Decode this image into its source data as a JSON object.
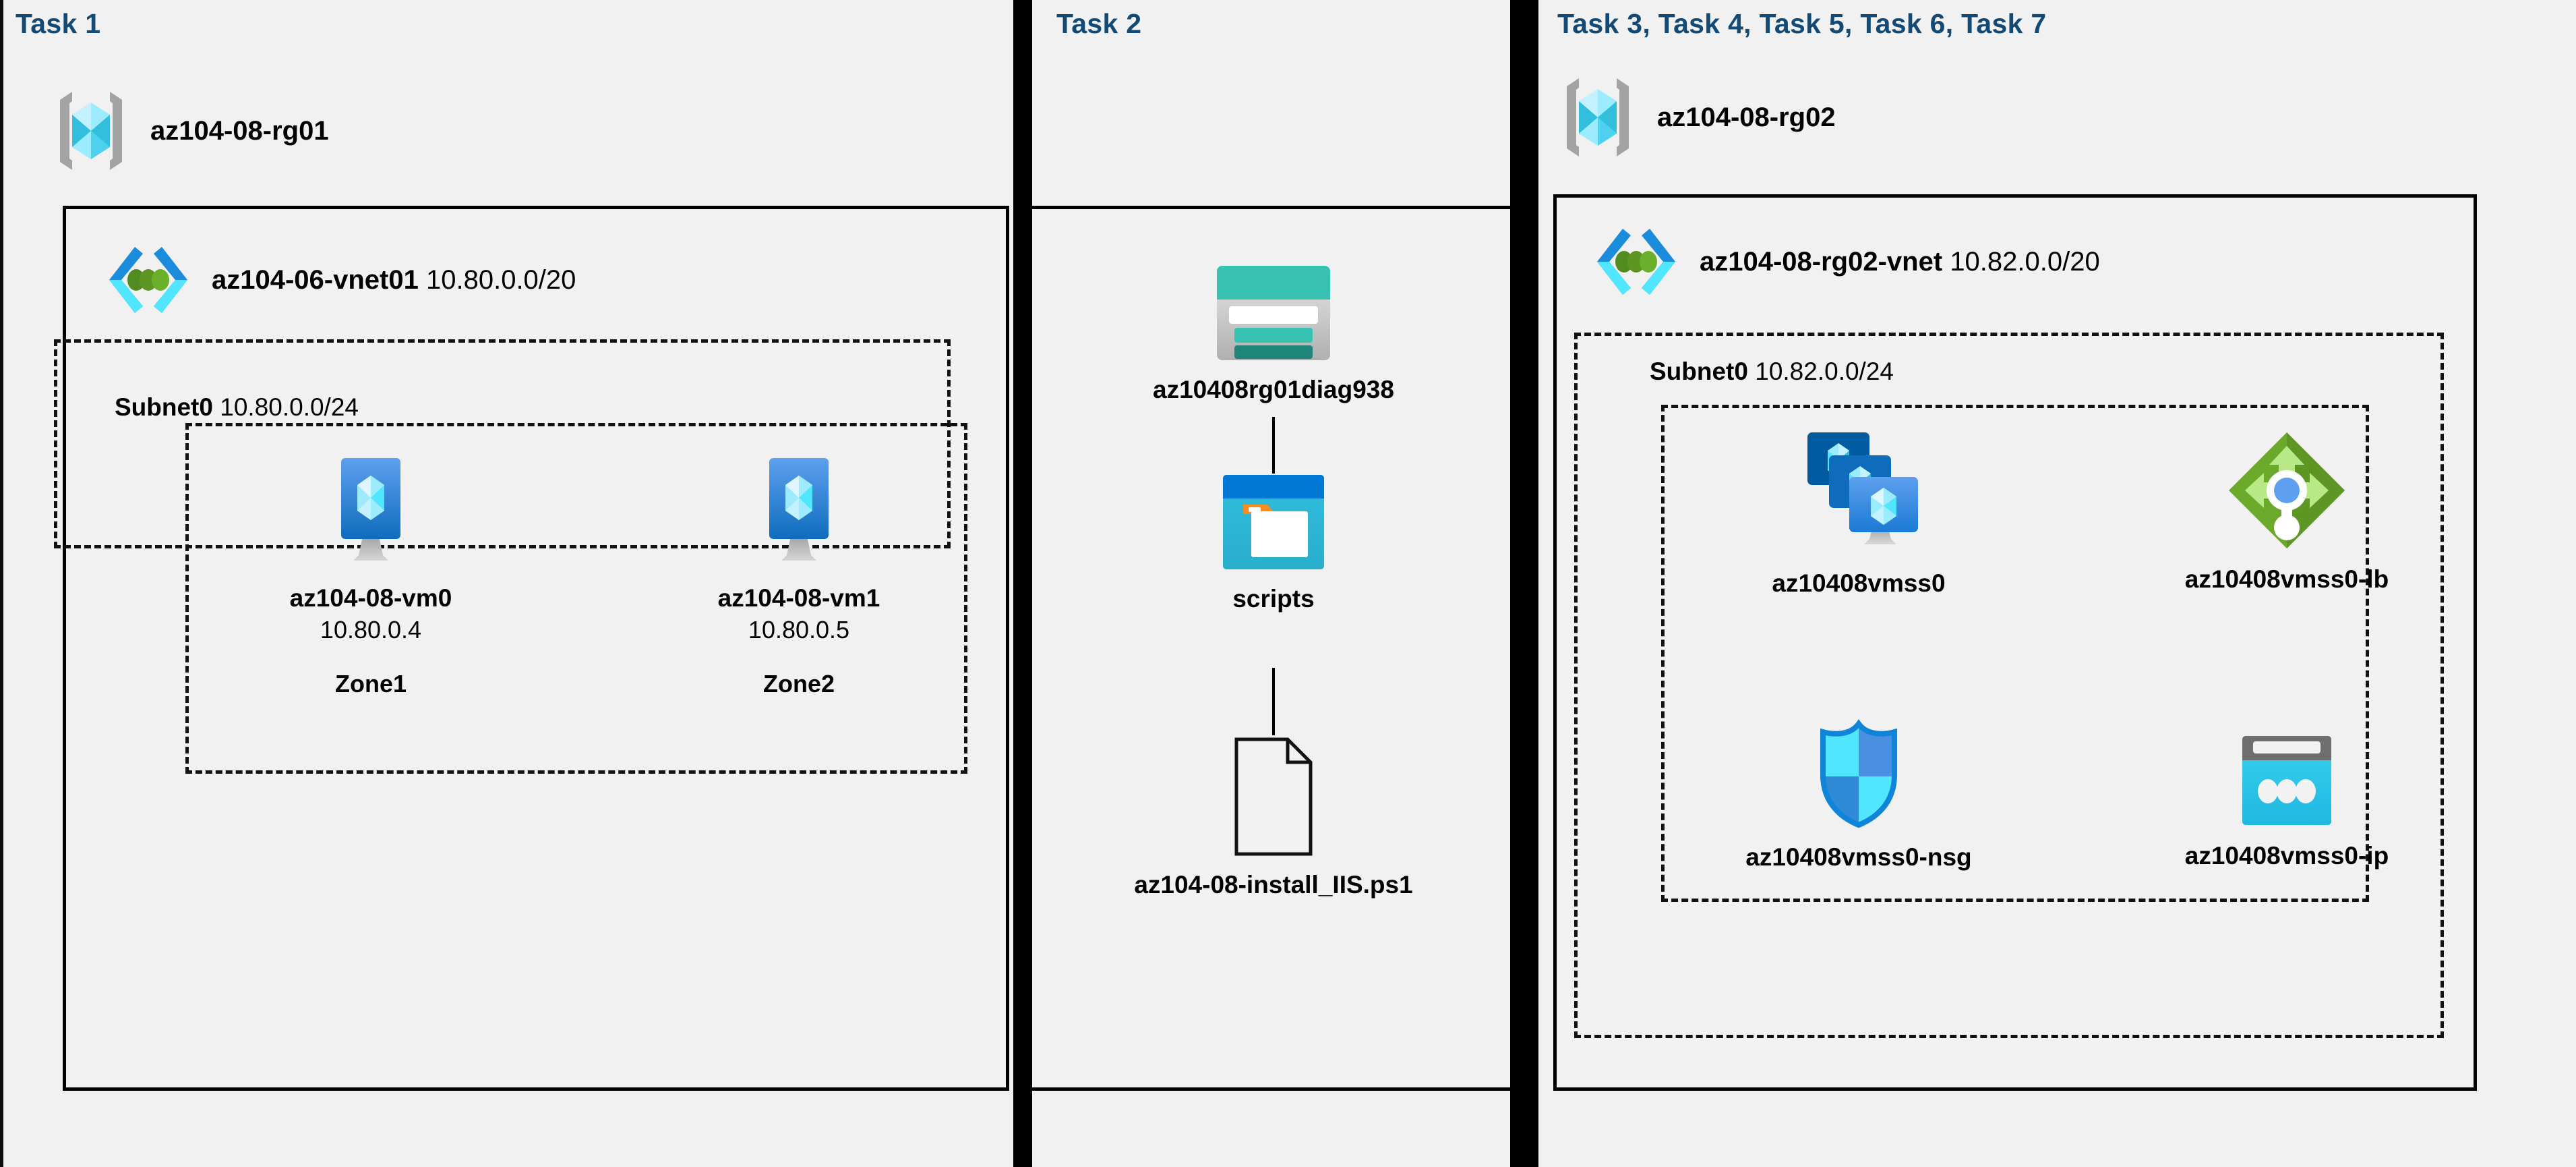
{
  "diagram": {
    "title": "AZ-104 Lab 08 architecture",
    "background_color": "#f1f1f1",
    "task_label_color": "#134a75",
    "outline_color": "#000000"
  },
  "columns": [
    {
      "task_label": "Task 1",
      "resource_group": {
        "icon": "resource-group-icon",
        "name": "az104-08-rg01"
      },
      "vnet": {
        "icon": "virtual-network-icon",
        "name": "az104-06-vnet01",
        "cidr": "10.80.0.0/20"
      },
      "subnet": {
        "name": "Subnet0",
        "cidr": "10.80.0.0/24"
      },
      "vms": [
        {
          "icon": "virtual-machine-icon",
          "name": "az104-08-vm0",
          "ip": "10.80.0.4",
          "zone": "Zone1"
        },
        {
          "icon": "virtual-machine-icon",
          "name": "az104-08-vm1",
          "ip": "10.80.0.5",
          "zone": "Zone2"
        }
      ]
    },
    {
      "task_label": "Task 2",
      "nodes": [
        {
          "icon": "storage-account-icon",
          "name": "az10408rg01diag938"
        },
        {
          "icon": "file-share-icon",
          "name": "scripts"
        },
        {
          "icon": "file-document-icon",
          "name": "az104-08-install_IIS.ps1"
        }
      ]
    },
    {
      "task_label": "Task 3, Task 4, Task 5, Task 6, Task 7",
      "resource_group": {
        "icon": "resource-group-icon",
        "name": "az104-08-rg02"
      },
      "vnet": {
        "icon": "virtual-network-icon",
        "name": "az104-08-rg02-vnet",
        "cidr": "10.82.0.0/20"
      },
      "subnet": {
        "name": "Subnet0",
        "cidr": "10.82.0.0/24"
      },
      "resources": [
        {
          "icon": "vm-scale-set-icon",
          "name": "az10408vmss0"
        },
        {
          "icon": "load-balancer-icon",
          "name": "az10408vmss0-lb"
        },
        {
          "icon": "network-security-group-icon",
          "name": "az10408vmss0-nsg"
        },
        {
          "icon": "public-ip-address-icon",
          "name": "az10408vmss0-ip"
        }
      ]
    }
  ],
  "palette": {
    "azure_blue": "#0078d4",
    "cyan": "#32bedd",
    "light_cyan": "#9cebff",
    "green_dot": "#5e9624",
    "lb_green": "#76bc2d",
    "lb_green_dark": "#5e9624",
    "storage_teal": "#37c2b1",
    "storage_teal_dark": "#1f847a",
    "gray": "#949494",
    "orange": "#f78d1e"
  }
}
